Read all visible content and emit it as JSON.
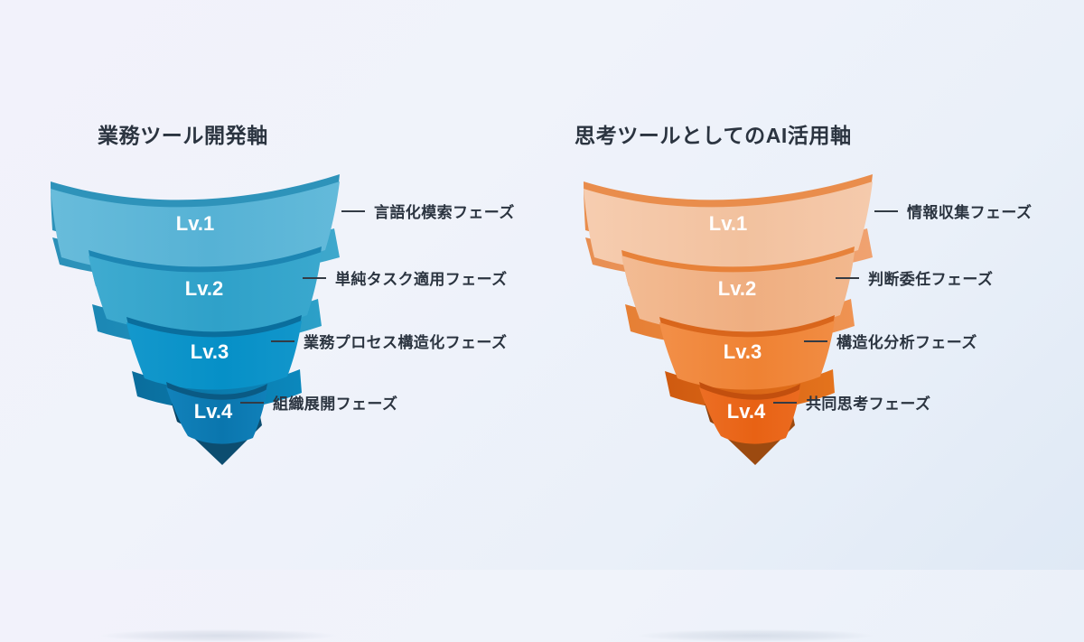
{
  "background": {
    "gradient_from": "#f2f2fb",
    "gradient_to": "#dfe9f5"
  },
  "chart_data": {
    "type": "funnel",
    "title": "",
    "layout": "two side-by-side 4-stage spiral funnels",
    "funnels": [
      {
        "id": "business-tool-development",
        "title": "業務ツール開発軸",
        "accent": "#1b87c9",
        "stages": [
          {
            "level": "Lv.1",
            "label": "言語化模索フェーズ",
            "color": "#5bb4d6",
            "rim": "#2f94ba",
            "width_pct": 100
          },
          {
            "level": "Lv.2",
            "label": "単純タスク適用フェーズ",
            "color": "#35a4cc",
            "rim": "#1e88b4",
            "width_pct": 76
          },
          {
            "level": "Lv.3",
            "label": "業務プロセス構造化フェーズ",
            "color": "#0b93c8",
            "rim": "#0a6f9e",
            "width_pct": 54
          },
          {
            "level": "Lv.4",
            "label": "組織展開フェーズ",
            "color": "#0b7bb5",
            "rim": "#0a5b86",
            "width_pct": 32
          }
        ],
        "tip_color": "#0c4d70"
      },
      {
        "id": "ai-as-thinking-tool",
        "title": "思考ツールとしてのAI活用軸",
        "accent": "#e8761f",
        "stages": [
          {
            "level": "Lv.1",
            "label": "情報収集フェーズ",
            "color": "#f3c2a0",
            "rim": "#ea8c4a",
            "width_pct": 100
          },
          {
            "level": "Lv.2",
            "label": "判断委任フェーズ",
            "color": "#f0b185",
            "rim": "#e8823a",
            "width_pct": 76
          },
          {
            "level": "Lv.3",
            "label": "構造化分析フェーズ",
            "color": "#f0873a",
            "rim": "#d9661c",
            "width_pct": 54
          },
          {
            "level": "Lv.4",
            "label": "共同思考フェーズ",
            "color": "#e9651a",
            "rim": "#c24f0e",
            "width_pct": 32
          }
        ],
        "tip_color": "#9c4a10"
      }
    ]
  }
}
